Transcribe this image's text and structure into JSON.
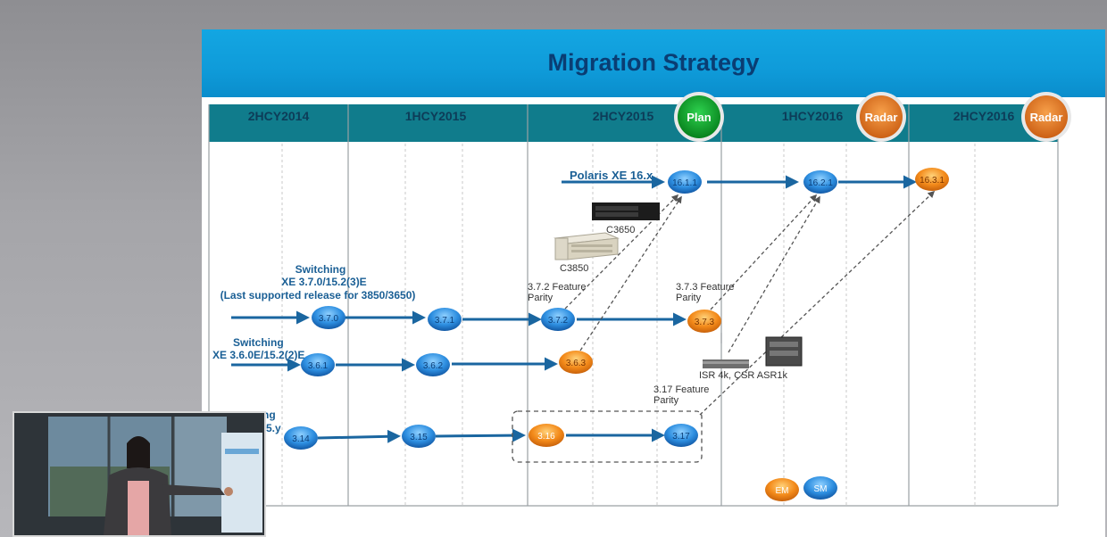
{
  "slide": {
    "title": "Migration Strategy",
    "periods": [
      "2HCY2014",
      "1HCY2015",
      "2HCY2015",
      "1HCY2016",
      "2HCY2016"
    ],
    "status_badges": [
      {
        "label": "Plan",
        "color": "#0a9a2a"
      },
      {
        "label": "Radar",
        "color": "#e0701a"
      },
      {
        "label": "Radar",
        "color": "#e0701a"
      }
    ],
    "tracks": {
      "polaris": {
        "label": "Polaris XE 16.x",
        "releases": [
          "16.1.1",
          "16.2.1",
          "16.3.1"
        ]
      },
      "switching_37": {
        "label_lines": [
          "Switching",
          "XE 3.7.0/15.2(3)E",
          "(Last supported release for 3850/3650)"
        ],
        "releases": [
          "3.7.0",
          "3.7.1",
          "3.7.2",
          "3.7.3"
        ]
      },
      "switching_36": {
        "label_lines": [
          "Switching",
          "XE 3.6.0E/15.2(2)E"
        ],
        "releases": [
          "3.6.1",
          "3.6.2",
          "3.6.3"
        ]
      },
      "routing": {
        "label_lines": [
          "ng",
          "5.y"
        ],
        "releases": [
          "3.14",
          "3.15",
          "3.16",
          "3.17"
        ]
      }
    },
    "annotations": {
      "parity_372": [
        "3.7.2 Feature",
        "Parity"
      ],
      "parity_373": [
        "3.7.3 Feature",
        "Parity"
      ],
      "parity_317": [
        "3.17 Feature",
        "Parity"
      ]
    },
    "devices": {
      "c3650": "C3650",
      "c3850": "C3850",
      "isr_asr": "ISR 4k, CSR ASR1k"
    },
    "legend": {
      "em": "EM",
      "sm": "SM"
    },
    "colors": {
      "header_teal": "#0f7f8f",
      "track_arrow": "#1a66a0",
      "blue_node": "#2a8de0",
      "orange_node": "#f08a1c"
    }
  }
}
